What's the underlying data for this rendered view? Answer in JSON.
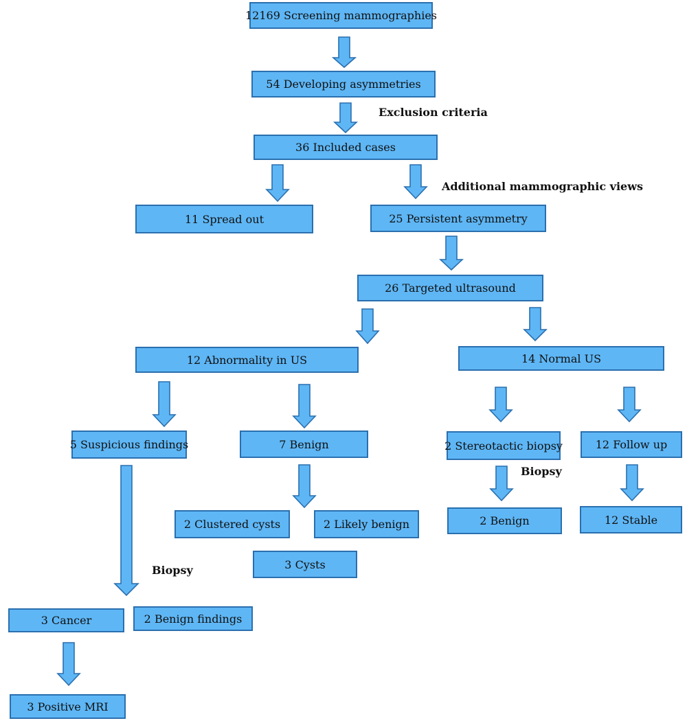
{
  "colors": {
    "box_fill": "#5eb6f5",
    "box_border": "#2a6fae",
    "arrow_fill": "#5eb6f5",
    "text": "#111111"
  },
  "nodes": {
    "screening": "12169 Screening mammographies",
    "developing": "54 Developing asymmetries",
    "included": "36 Included cases",
    "spread_out": "11 Spread out",
    "persistent": "25 Persistent asymmetry",
    "targeted_us": "26 Targeted ultrasound",
    "abnormality_us": "12 Abnormality in US",
    "normal_us": "14 Normal US",
    "suspicious": "5 Suspicious findings",
    "benign7": "7 Benign",
    "stereotactic": "2 Stereotactic biopsy",
    "follow_up": "12 Follow up",
    "clustered_cysts": "2 Clustered cysts",
    "likely_benign": "2 Likely benign",
    "benign2": "2 Benign",
    "stable": "12 Stable",
    "cysts": "3 Cysts",
    "cancer": "3 Cancer",
    "benign_findings": "2 Benign findings",
    "positive_mri": "3 Positive MRI"
  },
  "notes": {
    "exclusion": "Exclusion criteria",
    "additional_views": "Additional mammographic views",
    "biopsy_right": "Biopsy",
    "biopsy_left": "Biopsy"
  }
}
